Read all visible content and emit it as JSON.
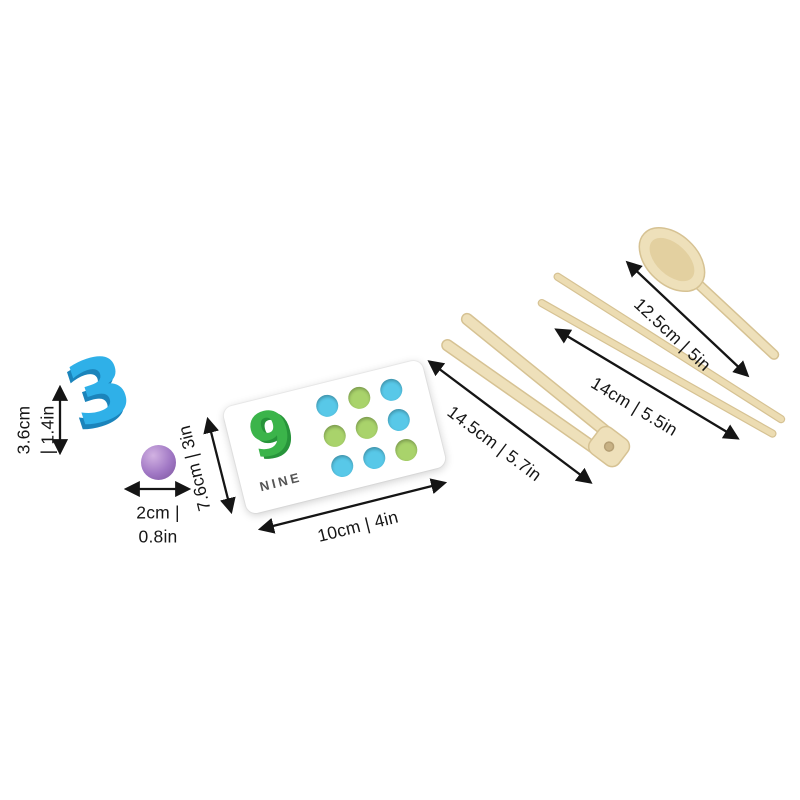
{
  "toys": {
    "number_three": "3",
    "card": {
      "number": "9",
      "word": "NINE",
      "dots": [
        [
          "blue",
          "green",
          "blue"
        ],
        [
          "green",
          "green",
          "blue"
        ],
        [
          "blue",
          "blue",
          "green"
        ]
      ]
    }
  },
  "colors": {
    "blue": "#58c8e8",
    "green": "#a9d36b",
    "number_blue": "#2fb0e8",
    "number_green": "#3bb44a",
    "bead_purple": "#a077c4",
    "wood": "#eee0ba",
    "arrow": "#151515"
  },
  "measurements": {
    "number_three": {
      "line1": "3.6cm",
      "line2": "| 1.4in"
    },
    "bead": {
      "line1": "2cm |",
      "line2": "0.8in"
    },
    "card_height": "7.6cm | 3in",
    "card_width": "10cm | 4in",
    "tweezers": "14.5cm | 5.7in",
    "chopsticks": "14cm | 5.5in",
    "spoon": "12.5cm | 5in"
  }
}
